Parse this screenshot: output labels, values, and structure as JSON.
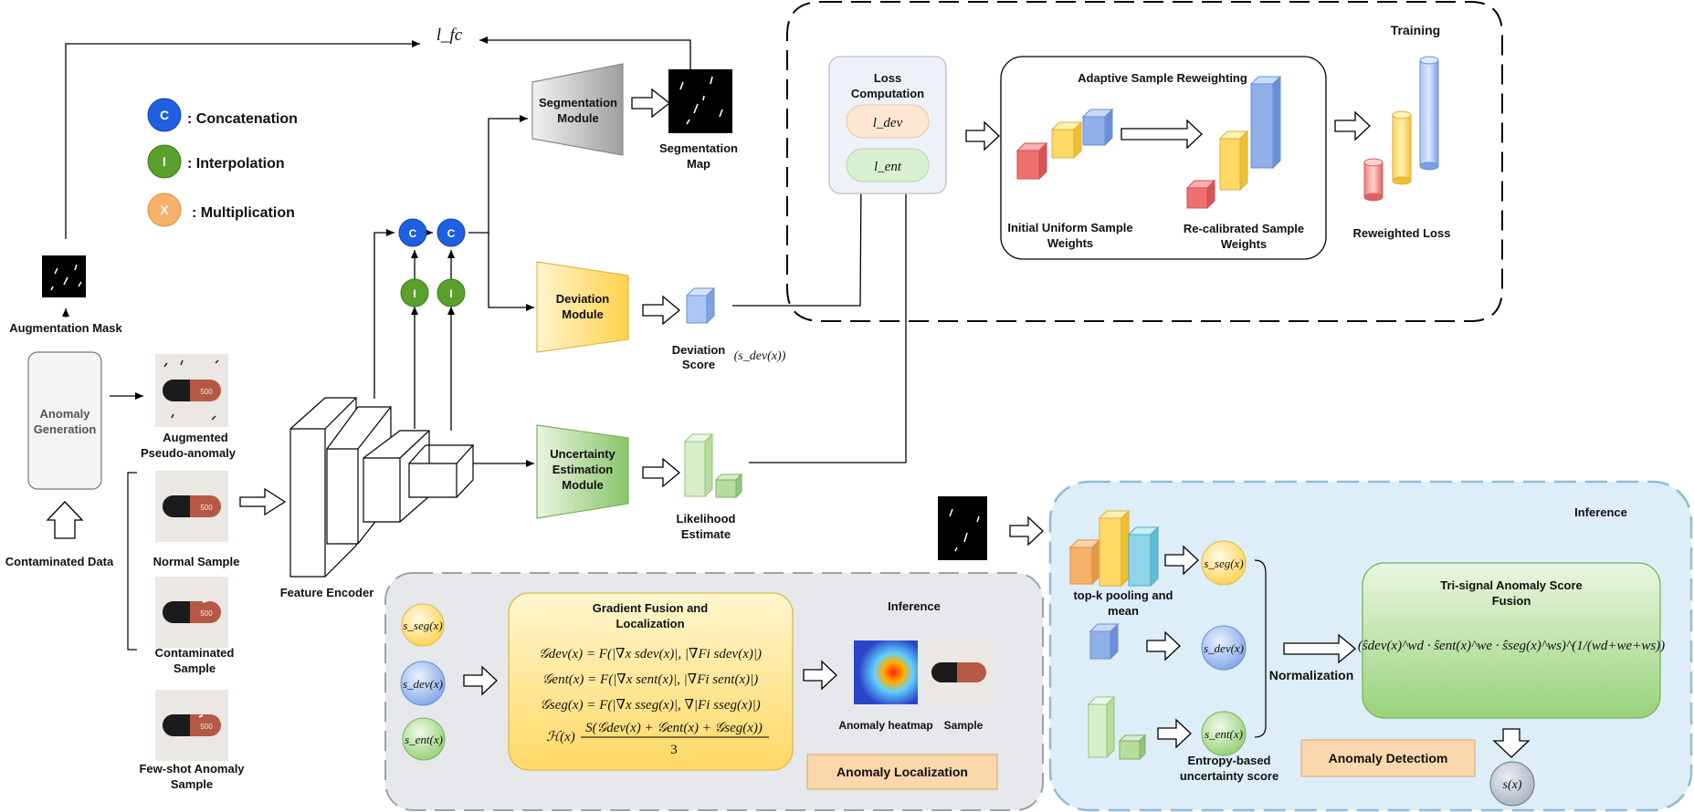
{
  "legend": {
    "concat_symbol": "C",
    "concat_label": ": Concatenation",
    "interp_symbol": "I",
    "interp_label": ": Interpolation",
    "mult_symbol": "X",
    "mult_label": ": Multiplication"
  },
  "top": {
    "lfc": "l_fc"
  },
  "left": {
    "augmentation_mask": "Augmentation Mask",
    "anomaly_generation_line1": "Anomaly",
    "anomaly_generation_line2": "Generation",
    "augmented_line1": "Augmented",
    "augmented_line2": "Pseudo-anomaly",
    "contaminated_data": "Contaminated Data",
    "normal_sample": "Normal Sample",
    "contaminated_sample_line1": "Contaminated",
    "contaminated_sample_line2": "Sample",
    "fewshot_line1": "Few-shot Anomaly",
    "fewshot_line2": "Sample",
    "pill_text": "500"
  },
  "encoder": {
    "label": "Feature Encoder"
  },
  "modules": {
    "segmentation_line1": "Segmentation",
    "segmentation_line2": "Module",
    "segmentation_map_line1": "Segmentation",
    "segmentation_map_line2": "Map",
    "deviation_line1": "Deviation",
    "deviation_line2": "Module",
    "deviation_score_line1": "Deviation",
    "deviation_score_line2": "Score",
    "deviation_score_symbol": "(s_dev(x))",
    "uncertainty_line1": "Uncertainty",
    "uncertainty_line2": "Estimation",
    "uncertainty_line3": "Module",
    "likelihood_line1": "Likelihood",
    "likelihood_line2": "Estimate"
  },
  "training": {
    "title": "Training",
    "loss_line1": "Loss",
    "loss_line2": "Computation",
    "loss_dev": "l_dev",
    "loss_ent": "l_ent",
    "asr_title": "Adaptive Sample Reweighting",
    "initial_line1": "Initial Uniform Sample",
    "initial_line2": "Weights",
    "recal_line1": "Re-calibrated Sample",
    "recal_line2": "Weights",
    "reweighted_loss": "Reweighted Loss"
  },
  "localization": {
    "s_seg": "s_seg(x)",
    "s_dev": "s_dev(x)",
    "s_ent": "s_ent(x)",
    "gf_title_line1": "Gradient Fusion and",
    "gf_title_line2": "Localization",
    "eq_dev": "𝒢dev(x) = F(|∇x sdev(x)|, |∇Fi sdev(x)|)",
    "eq_ent": "𝒢ent(x) = F(|∇x sent(x)|, |∇Fi sent(x)|)",
    "eq_seg": "𝒢seg(x) = F(|∇x sseg(x)|, ∇|Fi sseg(x)|)",
    "eq_h_left": "ℋ(x)",
    "eq_h_num": "S(𝒢dev(x) + 𝒢ent(x) + 𝒢seg(x))",
    "eq_h_den": "3",
    "inference": "Inference",
    "heatmap": "Anomaly heatmap",
    "sample": "Sample",
    "localization_label": "Anomaly Localization"
  },
  "detection": {
    "inference": "Inference",
    "topk_line1": "top-k pooling and",
    "topk_line2": "mean",
    "s_seg": "s_seg(x)",
    "s_dev": "s_dev(x)",
    "s_ent": "s_ent(x)",
    "entropy_line1": "Entropy-based",
    "entropy_line2": "uncertainty score",
    "normalization": "Normalization",
    "fusion_line1": "Tri-signal Anomaly Score",
    "fusion_line2": "Fusion",
    "fusion_formula": "(ŝdev(x)^wd · ŝent(x)^we · ŝseg(x)^ws)^(1/(wd+we+ws))",
    "detection_label": "Anomaly Detectiom",
    "final_score": "s(x)"
  },
  "colors": {
    "concat_blue": "#1f5fe0",
    "interp_green": "#5aa02c",
    "mult_orange": "#f7b26a",
    "seg_grey": "#b5b5b5",
    "dev_yellow": "#ffd966",
    "unc_green": "#97d077",
    "inference_blue": "#ddeef8",
    "loc_grey": "#e6e8ec",
    "gf_yellow": "#fff2b3",
    "fusion_green": "#c9e7b4",
    "label_orange": "#fad7ac"
  }
}
